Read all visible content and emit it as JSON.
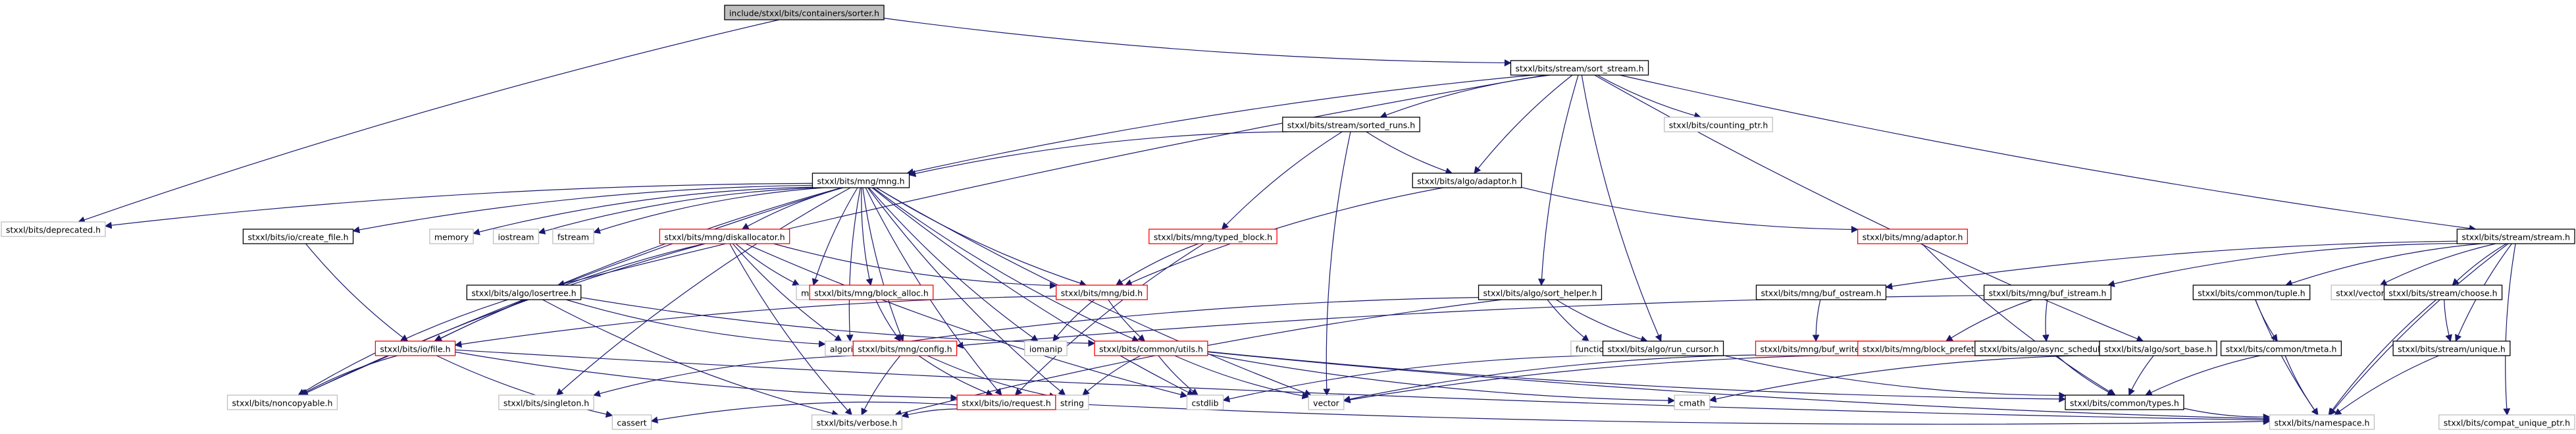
{
  "graph": {
    "colors": {
      "edge": "#191970",
      "root_fill": "#bfbfbf",
      "normal_border": "#000000",
      "truncated_border": "#ff0000",
      "external_border": "#bfbfbf",
      "external_text": "#555555"
    },
    "nodes": [
      {
        "id": "root",
        "label": "include/stxxl/bits/containers/sorter.h",
        "kind": "root"
      },
      {
        "id": "sort_stream",
        "label": "stxxl/bits/stream/sort_stream.h",
        "kind": "normal"
      },
      {
        "id": "deprecated",
        "label": "stxxl/bits/deprecated.h",
        "kind": "external"
      },
      {
        "id": "sorted_runs",
        "label": "stxxl/bits/stream/sorted_runs.h",
        "kind": "normal"
      },
      {
        "id": "counting_ptr",
        "label": "stxxl/bits/counting_ptr.h",
        "kind": "external"
      },
      {
        "id": "mng",
        "label": "stxxl/bits/mng/mng.h",
        "kind": "normal"
      },
      {
        "id": "algo_adaptor",
        "label": "stxxl/bits/algo/adaptor.h",
        "kind": "normal"
      },
      {
        "id": "typed_block",
        "label": "stxxl/bits/mng/typed_block.h",
        "kind": "truncated"
      },
      {
        "id": "mng_adaptor",
        "label": "stxxl/bits/mng/adaptor.h",
        "kind": "truncated"
      },
      {
        "id": "stream_h",
        "label": "stxxl/bits/stream/stream.h",
        "kind": "normal"
      },
      {
        "id": "create_file",
        "label": "stxxl/bits/io/create_file.h",
        "kind": "normal"
      },
      {
        "id": "memory",
        "label": "memory",
        "kind": "external"
      },
      {
        "id": "iostream",
        "label": "iostream",
        "kind": "external"
      },
      {
        "id": "fstream",
        "label": "fstream",
        "kind": "external"
      },
      {
        "id": "diskallocator",
        "label": "stxxl/bits/mng/diskallocator.h",
        "kind": "truncated"
      },
      {
        "id": "map",
        "label": "map",
        "kind": "external"
      },
      {
        "id": "block_alloc",
        "label": "stxxl/bits/mng/block_alloc.h",
        "kind": "truncated"
      },
      {
        "id": "bid",
        "label": "stxxl/bits/mng/bid.h",
        "kind": "truncated"
      },
      {
        "id": "losertree",
        "label": "stxxl/bits/algo/losertree.h",
        "kind": "normal"
      },
      {
        "id": "sort_helper",
        "label": "stxxl/bits/algo/sort_helper.h",
        "kind": "normal"
      },
      {
        "id": "functional",
        "label": "functional",
        "kind": "external"
      },
      {
        "id": "run_cursor",
        "label": "stxxl/bits/algo/run_cursor.h",
        "kind": "normal"
      },
      {
        "id": "buf_ostream",
        "label": "stxxl/bits/mng/buf_ostream.h",
        "kind": "normal"
      },
      {
        "id": "buf_istream",
        "label": "stxxl/bits/mng/buf_istream.h",
        "kind": "normal"
      },
      {
        "id": "buf_writer",
        "label": "stxxl/bits/mng/buf_writer.h",
        "kind": "truncated"
      },
      {
        "id": "block_prefetcher",
        "label": "stxxl/bits/mng/block_prefetcher.h",
        "kind": "truncated"
      },
      {
        "id": "async_schedule",
        "label": "stxxl/bits/algo/async_schedule.h",
        "kind": "normal"
      },
      {
        "id": "sort_base",
        "label": "stxxl/bits/algo/sort_base.h",
        "kind": "normal"
      },
      {
        "id": "tuple",
        "label": "stxxl/bits/common/tuple.h",
        "kind": "normal"
      },
      {
        "id": "tmeta",
        "label": "stxxl/bits/common/tmeta.h",
        "kind": "normal"
      },
      {
        "id": "stxxl_vector",
        "label": "stxxl/vector",
        "kind": "external"
      },
      {
        "id": "choose",
        "label": "stxxl/bits/stream/choose.h",
        "kind": "normal"
      },
      {
        "id": "unique",
        "label": "stxxl/bits/stream/unique.h",
        "kind": "normal"
      },
      {
        "id": "ufs_file",
        "label": "stxxl/bits/io/file.h",
        "kind": "truncated"
      },
      {
        "id": "algorithm",
        "label": "algorithm",
        "kind": "external"
      },
      {
        "id": "mng_config",
        "label": "stxxl/bits/mng/config.h",
        "kind": "truncated"
      },
      {
        "id": "iomanip",
        "label": "iomanip",
        "kind": "external"
      },
      {
        "id": "utils",
        "label": "stxxl/bits/common/utils.h",
        "kind": "truncated"
      },
      {
        "id": "noncopyable",
        "label": "stxxl/bits/noncopyable.h",
        "kind": "external"
      },
      {
        "id": "singleton",
        "label": "stxxl/bits/singleton.h",
        "kind": "external"
      },
      {
        "id": "string",
        "label": "string",
        "kind": "external"
      },
      {
        "id": "cstdlib",
        "label": "cstdlib",
        "kind": "external"
      },
      {
        "id": "vector",
        "label": "vector",
        "kind": "external"
      },
      {
        "id": "request",
        "label": "stxxl/bits/io/request.h",
        "kind": "truncated"
      },
      {
        "id": "cmath",
        "label": "cmath",
        "kind": "external"
      },
      {
        "id": "types",
        "label": "stxxl/bits/common/types.h",
        "kind": "normal"
      },
      {
        "id": "cassert",
        "label": "cassert",
        "kind": "external"
      },
      {
        "id": "verbose",
        "label": "stxxl/bits/verbose.h",
        "kind": "external"
      },
      {
        "id": "namespace",
        "label": "stxxl/bits/namespace.h",
        "kind": "external"
      },
      {
        "id": "compat_unique_ptr",
        "label": "stxxl/bits/compat_unique_ptr.h",
        "kind": "external"
      }
    ],
    "edges": [
      [
        "root",
        "sort_stream"
      ],
      [
        "root",
        "deprecated"
      ],
      [
        "sort_stream",
        "sorted_runs"
      ],
      [
        "sort_stream",
        "counting_ptr"
      ],
      [
        "sort_stream",
        "mng"
      ],
      [
        "sort_stream",
        "algo_adaptor"
      ],
      [
        "sort_stream",
        "losertree"
      ],
      [
        "sort_stream",
        "sort_helper"
      ],
      [
        "sort_stream",
        "run_cursor"
      ],
      [
        "sort_stream",
        "sort_base"
      ],
      [
        "sort_stream",
        "stream_h"
      ],
      [
        "sorted_runs",
        "mng"
      ],
      [
        "sorted_runs",
        "algo_adaptor"
      ],
      [
        "sorted_runs",
        "typed_block"
      ],
      [
        "sorted_runs",
        "vector"
      ],
      [
        "mng",
        "deprecated"
      ],
      [
        "mng",
        "create_file"
      ],
      [
        "mng",
        "memory"
      ],
      [
        "mng",
        "iostream"
      ],
      [
        "mng",
        "fstream"
      ],
      [
        "mng",
        "diskallocator"
      ],
      [
        "mng",
        "map"
      ],
      [
        "mng",
        "block_alloc"
      ],
      [
        "mng",
        "bid"
      ],
      [
        "mng",
        "ufs_file"
      ],
      [
        "mng",
        "algorithm"
      ],
      [
        "mng",
        "mng_config"
      ],
      [
        "mng",
        "iomanip"
      ],
      [
        "mng",
        "utils"
      ],
      [
        "mng",
        "noncopyable"
      ],
      [
        "mng",
        "singleton"
      ],
      [
        "mng",
        "string"
      ],
      [
        "mng",
        "cstdlib"
      ],
      [
        "mng",
        "vector"
      ],
      [
        "mng",
        "request"
      ],
      [
        "algo_adaptor",
        "bid"
      ],
      [
        "algo_adaptor",
        "mng_adaptor"
      ],
      [
        "typed_block",
        "bid"
      ],
      [
        "typed_block",
        "request"
      ],
      [
        "mng_adaptor",
        "types"
      ],
      [
        "stream_h",
        "buf_ostream"
      ],
      [
        "stream_h",
        "buf_istream"
      ],
      [
        "stream_h",
        "tuple"
      ],
      [
        "stream_h",
        "stxxl_vector"
      ],
      [
        "stream_h",
        "choose"
      ],
      [
        "stream_h",
        "unique"
      ],
      [
        "stream_h",
        "namespace"
      ],
      [
        "stream_h",
        "compat_unique_ptr"
      ],
      [
        "create_file",
        "ufs_file"
      ],
      [
        "diskallocator",
        "bid"
      ],
      [
        "diskallocator",
        "map"
      ],
      [
        "diskallocator",
        "algorithm"
      ],
      [
        "diskallocator",
        "noncopyable"
      ],
      [
        "diskallocator",
        "ufs_file"
      ],
      [
        "diskallocator",
        "cstdlib"
      ],
      [
        "diskallocator",
        "verbose"
      ],
      [
        "block_alloc",
        "mng_config"
      ],
      [
        "bid",
        "iomanip"
      ],
      [
        "bid",
        "utils"
      ],
      [
        "bid",
        "ufs_file"
      ],
      [
        "losertree",
        "algorithm"
      ],
      [
        "losertree",
        "utils"
      ],
      [
        "losertree",
        "noncopyable"
      ],
      [
        "losertree",
        "verbose"
      ],
      [
        "sort_helper",
        "algorithm"
      ],
      [
        "sort_helper",
        "functional"
      ],
      [
        "sort_helper",
        "run_cursor"
      ],
      [
        "sort_helper",
        "verbose"
      ],
      [
        "run_cursor",
        "cstdlib"
      ],
      [
        "run_cursor",
        "types"
      ],
      [
        "buf_ostream",
        "buf_writer"
      ],
      [
        "buf_istream",
        "mng_config"
      ],
      [
        "buf_istream",
        "block_prefetcher"
      ],
      [
        "buf_istream",
        "async_schedule"
      ],
      [
        "buf_writer",
        "vector"
      ],
      [
        "block_prefetcher",
        "vector"
      ],
      [
        "async_schedule",
        "types"
      ],
      [
        "sort_base",
        "cmath"
      ],
      [
        "sort_base",
        "types"
      ],
      [
        "tuple",
        "tmeta"
      ],
      [
        "tuple",
        "namespace"
      ],
      [
        "tmeta",
        "types"
      ],
      [
        "tmeta",
        "namespace"
      ],
      [
        "choose",
        "unique"
      ],
      [
        "choose",
        "namespace"
      ],
      [
        "unique",
        "namespace"
      ],
      [
        "ufs_file",
        "noncopyable"
      ],
      [
        "ufs_file",
        "request"
      ],
      [
        "ufs_file",
        "cassert"
      ],
      [
        "ufs_file",
        "namespace"
      ],
      [
        "mng_config",
        "singleton"
      ],
      [
        "mng_config",
        "string"
      ],
      [
        "mng_config",
        "verbose"
      ],
      [
        "mng_config",
        "request"
      ],
      [
        "utils",
        "string"
      ],
      [
        "utils",
        "vector"
      ],
      [
        "utils",
        "cmath"
      ],
      [
        "utils",
        "cstdlib"
      ],
      [
        "utils",
        "types"
      ],
      [
        "utils",
        "namespace"
      ],
      [
        "request",
        "cassert"
      ],
      [
        "request",
        "verbose"
      ],
      [
        "request",
        "namespace"
      ],
      [
        "types",
        "namespace"
      ]
    ]
  }
}
